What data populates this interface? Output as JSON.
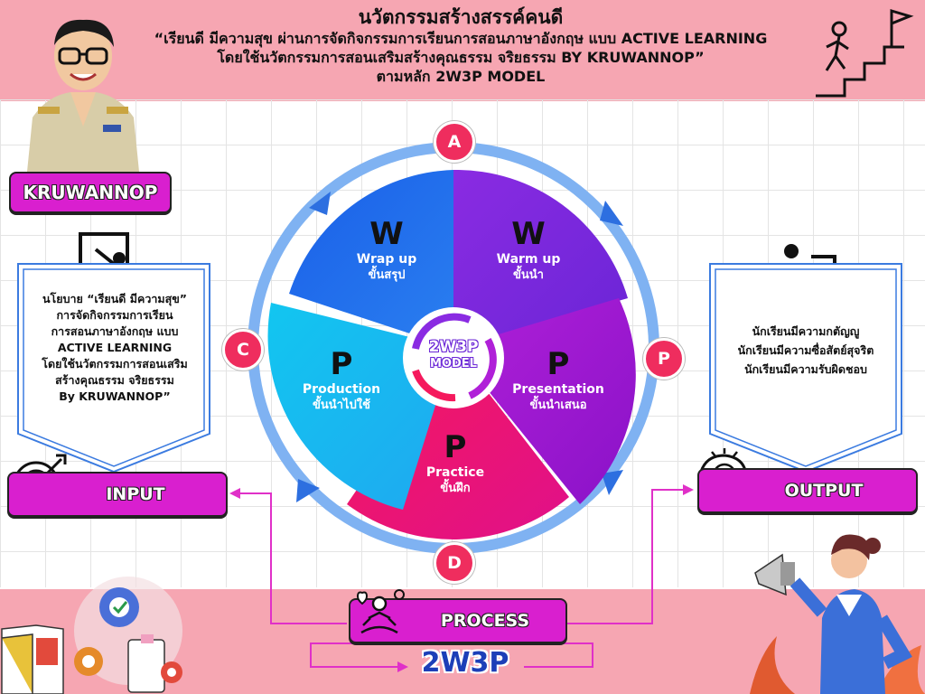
{
  "header": {
    "title": "นวัตกรรมสร้างสรรค์คนดี",
    "line1": "“เรียนดี มีความสุข ผ่านการจัดกิจกรรมการเรียนการสอนภาษาอังกฤษ แบบ ACTIVE LEARNING",
    "line2": "โดยใช้นวัตกรรมการสอนเสริมสร้างคุณธรรม จริยธรรม BY KRUWANNOP”",
    "line3": "ตามหลัก 2W3P MODEL"
  },
  "author_badge": "KRUWANNOP",
  "input": {
    "label": "INPUT",
    "lines": [
      "นโยบาย “เรียนดี มีความสุข”",
      "การจัดกิจกรรมการเรียน",
      "การสอนภาษาอังกฤษ แบบ",
      "ACTIVE LEARNING",
      "โดยใช้นวัตกรรมการสอนเสริม",
      "สร้างคุณธรรม จริยธรรม",
      "By KRUWANNOP”"
    ]
  },
  "output": {
    "label": "OUTPUT",
    "lines": [
      "นักเรียนมีความกตัญญู",
      "นักเรียนมีความซื่อสัตย์สุจริต",
      "นักเรียนมีความรับผิดชอบ"
    ]
  },
  "process": {
    "label": "PROCESS",
    "sublabel": "2W3P"
  },
  "cycle_letters": {
    "top": "A",
    "right": "P",
    "bottom": "D",
    "left": "C"
  },
  "center": {
    "line1": "2W3P",
    "line2": "MODEL"
  },
  "segments": [
    {
      "letter": "W",
      "en": "Warm up",
      "th": "ขั้นนำ",
      "color_a": "#8a2be2",
      "color_b": "#6a25d6"
    },
    {
      "letter": "P",
      "en": "Presentation",
      "th": "ขั้นนำเสนอ",
      "color_a": "#b020d8",
      "color_b": "#8a12c8"
    },
    {
      "letter": "P",
      "en": "Practice",
      "th": "ขั้นฝึก",
      "color_a": "#f5195d",
      "color_b": "#e0108a"
    },
    {
      "letter": "P",
      "en": "Production",
      "th": "ขั้นนำไปใช้",
      "color_a": "#12c6f0",
      "color_b": "#1fa8f0"
    },
    {
      "letter": "W",
      "en": "Wrap up",
      "th": "ขั้นสรุป",
      "color_a": "#1a5fe8",
      "color_b": "#2a7ff0"
    }
  ],
  "icons": [
    "person-photo",
    "presentation-icon",
    "exchange-users-icon",
    "stairs-flag-icon",
    "target-icon",
    "happy-head-icon",
    "meditation-icon",
    "megaphone-woman-illustration",
    "books-gears-illustration"
  ]
}
